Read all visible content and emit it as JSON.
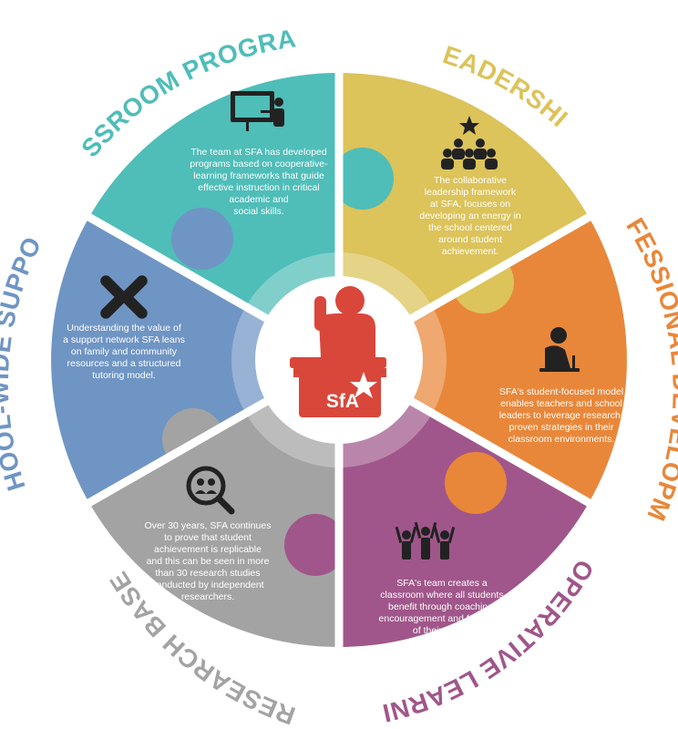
{
  "center": {
    "logo": "SfA"
  },
  "segments": [
    {
      "id": "classroom",
      "title": "CLASSROOM PROGRAMS",
      "color": "#4fbdb8",
      "icon": "presentation-board-icon",
      "lines": [
        "The team at SFA has developed",
        "programs based on cooperative-",
        "learning frameworks that guide",
        "effective instruction in critical",
        "academic and",
        "social skills."
      ]
    },
    {
      "id": "leadership",
      "title": "LEADERSHIP",
      "color": "#dcc35a",
      "icon": "team-leader-star-icon",
      "lines": [
        "The collaborative",
        "leadership framework",
        "at SFA, focuses on",
        "developing an energy in",
        "the school centered",
        "around student",
        "achievement."
      ]
    },
    {
      "id": "professional",
      "title": "PROFESSIONAL DEVELOPMENT",
      "color": "#e8873a",
      "icon": "student-at-desk-icon",
      "lines": [
        "SFA's student-focused model",
        "enables teachers and school",
        "leaders to leverage research-",
        "proven strategies in their",
        "classroom environments."
      ]
    },
    {
      "id": "cooperative",
      "title": "COOPERATIVE LEARNING",
      "color": "#a0568a",
      "icon": "cheering-group-icon",
      "lines": [
        "SFA's team creates a",
        "classroom where all students",
        "benefit through coaching,",
        "encouragement and feedback",
        "of their peers."
      ]
    },
    {
      "id": "research",
      "title": "RESEARCH BASE",
      "color": "#a3a3a3",
      "icon": "magnifier-people-icon",
      "lines": [
        "Over 30 years, SFA continues",
        "to prove that student",
        "achievement is replicable",
        "and this can be seen in more",
        "than 30 research studies",
        "conducted by independent",
        "researchers."
      ]
    },
    {
      "id": "schoolwide",
      "title": "SCHOOL-WIDE SUPPORT",
      "color": "#6f95c4",
      "icon": "joined-hands-icon",
      "lines": [
        "Understanding the value of",
        "a support network SFA leans",
        "on family and community",
        "resources and a structured",
        "tutoring model."
      ]
    }
  ]
}
